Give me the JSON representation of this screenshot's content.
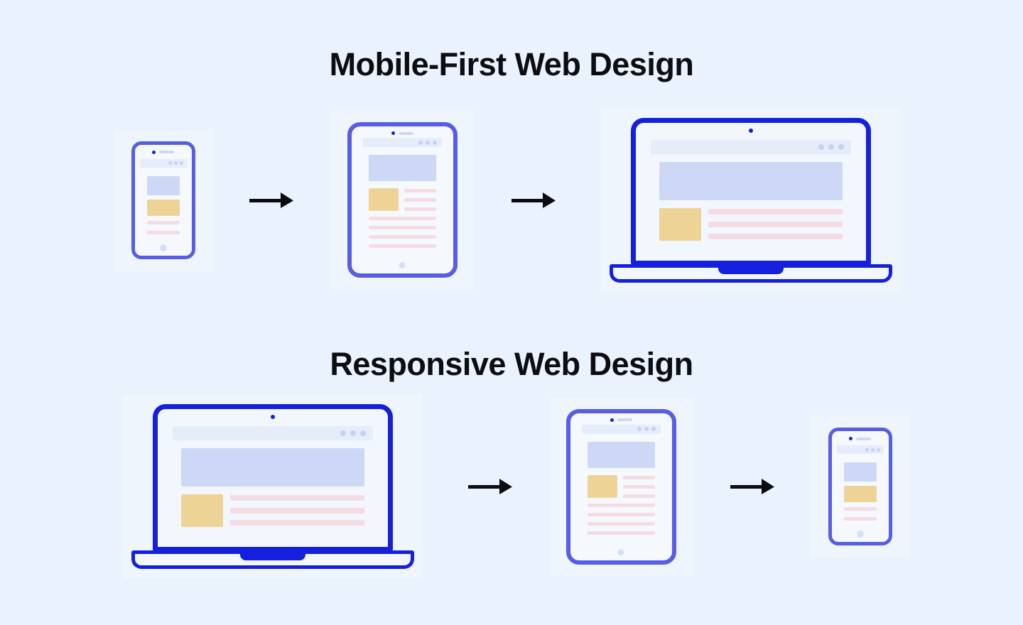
{
  "page": {
    "background_color": "#e9f2fd",
    "kind": "device-flow comparison diagram"
  },
  "sections": [
    {
      "id": "mobile-first",
      "title": "Mobile-First Web Design",
      "sequence": [
        "phone",
        "arrow",
        "tablet",
        "arrow",
        "laptop"
      ]
    },
    {
      "id": "responsive",
      "title": "Responsive Web Design",
      "sequence": [
        "laptop",
        "arrow",
        "tablet",
        "arrow",
        "phone"
      ]
    }
  ],
  "icons": {
    "arrow": "right-arrow-icon",
    "phone": "smartphone-wireframe-illustration",
    "tablet": "tablet-wireframe-illustration",
    "laptop": "laptop-wireframe-illustration"
  },
  "colors": {
    "bg": "#e9f2fd",
    "blue": "#1420dc",
    "screen": "#f2f7fe",
    "lavender": "#ccd8f6",
    "bar": "#e5ecfa",
    "bar-dot": "#c5d2f4",
    "pill": "#ccd8f5",
    "yellow": "#eed397",
    "pink": "#f5dce3",
    "home": "#d6e0f6",
    "arrow": "#0b0b12",
    "title": "#0c0d12"
  }
}
